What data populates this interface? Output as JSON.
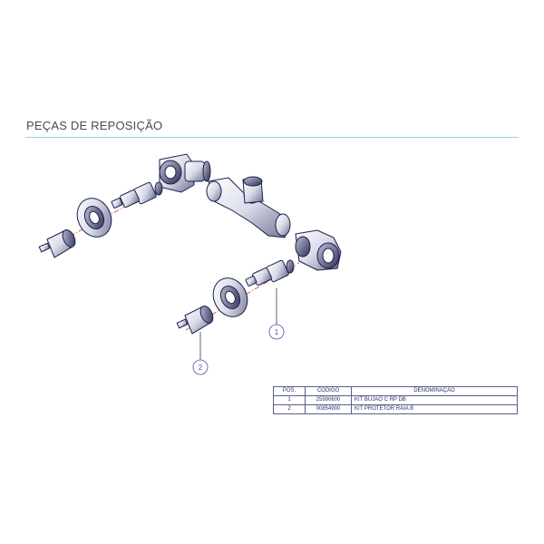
{
  "header": {
    "title": "PEÇAS DE REPOSIÇÃO"
  },
  "callouts": [
    {
      "number": "1"
    },
    {
      "number": "2"
    }
  ],
  "parts_table": {
    "headers": [
      "POS.",
      "CODIGO",
      "DENOMINAÇÃO"
    ],
    "rows": [
      {
        "pos": "1",
        "code": "25990600",
        "name": "KIT BUJAO C RP DB"
      },
      {
        "pos": "2",
        "code": "00854900",
        "name": "KIT PROTETOR RAIA B"
      }
    ]
  },
  "colors": {
    "title_rule": "#9ccde3",
    "line_art": "#1b1f4d",
    "callout": "#4a55a8",
    "red_dash": "#d23b3b"
  }
}
